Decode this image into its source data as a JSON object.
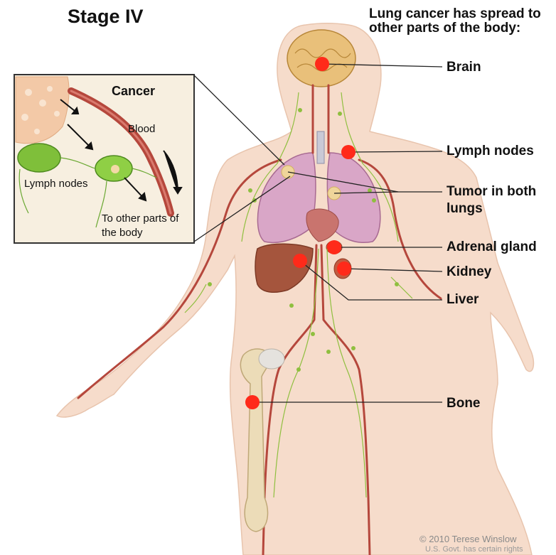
{
  "title": "Stage IV",
  "heading": "Lung cancer has spread to other parts of the body:",
  "labels": {
    "brain": "Brain",
    "lymph_nodes": "Lymph nodes",
    "tumor": "Tumor in both lungs",
    "adrenal": "Adrenal gland",
    "kidney": "Kidney",
    "liver": "Liver",
    "bone": "Bone"
  },
  "inset": {
    "cancer": "Cancer",
    "blood": "Blood",
    "lymph_nodes": "Lymph nodes",
    "to_other_parts": "To other parts of the body"
  },
  "credit": {
    "line1": "© 2010 Terese Winslow",
    "line2": "U.S. Govt. has certain rights"
  },
  "colors": {
    "marker": "#ff2a1a",
    "skin": "#f6dccb",
    "lung": "#d9a6c7",
    "vessel": "#b5473c",
    "lymph": "#8fbf3f",
    "bone": "#ecdcb8"
  }
}
